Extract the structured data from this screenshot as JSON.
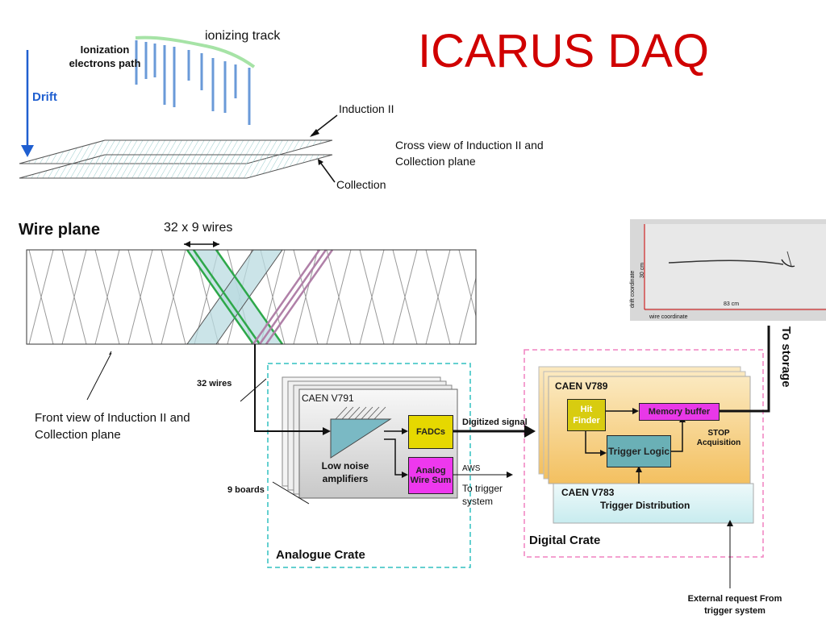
{
  "title": "ICARUS DAQ",
  "top_diagram": {
    "ionization_label": "Ionization electrons path",
    "drift_label": "Drift",
    "track_label": "ionizing track",
    "induction_label": "Induction II",
    "collection_label": "Collection",
    "cross_view_label": "Cross view of Induction II and Collection plane"
  },
  "wire_plane": {
    "heading": "Wire plane",
    "wires_label": "32 x 9 wires",
    "front_view_label": "Front view of Induction II and Collection plane"
  },
  "analogue_crate": {
    "wires_label": "32 wires",
    "boards_label": "9 boards",
    "board_name": "CAEN V791",
    "amplifier_label": "Low noise amplifiers",
    "fadcs_label": "FADCs",
    "aws_block_label": "Analog Wire Sum",
    "digitized_signal": "Digitized signal",
    "aws_label": "AWS",
    "to_trigger": "To trigger system",
    "crate_label": "Analogue Crate"
  },
  "digital_crate": {
    "board_name": "CAEN V789",
    "hit_finder": "Hit Finder",
    "memory_buffer": "Memory buffer",
    "trigger_logic": "Trigger Logic",
    "stop_label": "STOP Acquisition",
    "dist_board": "CAEN V783",
    "trigger_distribution": "Trigger Distribution",
    "crate_label": "Digital Crate",
    "to_storage": "To storage",
    "external_request": "External request From trigger system"
  },
  "event_image": {
    "drift_axis": "drift coordinate",
    "drift_scale": "30 cm",
    "wire_scale": "83 cm",
    "wire_axis": "wire coordinate"
  },
  "colors": {
    "title": "#d00000",
    "drift_arrow": "#1f5fd0",
    "analogue_border": "#30c0c0",
    "digital_border": "#f080c0",
    "wire_lines": "#6a9ad8"
  }
}
